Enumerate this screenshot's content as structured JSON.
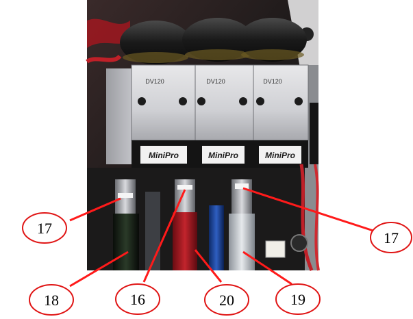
{
  "colors": {
    "callout_line": "#ff1a1a",
    "callout_circle": "#e01515",
    "label_text": "#000000"
  },
  "callouts": [
    {
      "label": "17"
    },
    {
      "label": "18"
    },
    {
      "label": "16"
    },
    {
      "label": "20"
    },
    {
      "label": "19"
    },
    {
      "label": "17"
    }
  ],
  "valves": [
    {
      "brand": "MiniPro",
      "code": "DV120"
    },
    {
      "brand": "MiniPro",
      "code": "DV120"
    },
    {
      "brand": "MiniPro",
      "code": "DV120"
    }
  ]
}
